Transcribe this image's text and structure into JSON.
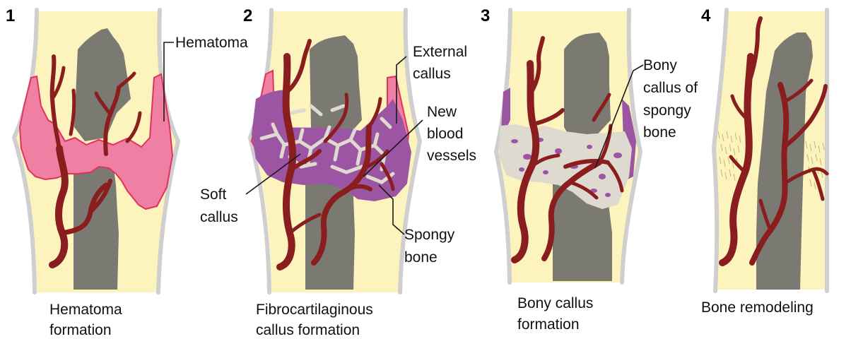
{
  "panels": [
    {
      "number": "1",
      "caption_lines": [
        "Hematoma",
        "formation"
      ]
    },
    {
      "number": "2",
      "caption_lines": [
        "Fibrocartilaginous",
        "callus formation"
      ]
    },
    {
      "number": "3",
      "caption_lines": [
        "Bony callus",
        "formation"
      ]
    },
    {
      "number": "4",
      "caption_lines": [
        "Bone remodeling"
      ]
    }
  ],
  "labels": {
    "hematoma": "Hematoma",
    "external_callus": [
      "External",
      "callus"
    ],
    "new_blood_vessels": [
      "New",
      "blood",
      "vessels"
    ],
    "soft_callus": [
      "Soft",
      "callus"
    ],
    "spongy_bone": [
      "Spongy",
      "bone"
    ],
    "bony_callus_spongy": [
      "Bony",
      "callus of",
      "spongy",
      "bone"
    ]
  },
  "colors": {
    "compact_bone": "#fcf3bd",
    "marrow": "#7b7a72",
    "periosteum": "#cfcfcf",
    "hematoma": "#ef7fa3",
    "hematoma_edge": "#e0335d",
    "soft_callus": "#9b55a3",
    "spongy_bone": "#dedad0",
    "blood_vessel": "#8a1d1d"
  }
}
